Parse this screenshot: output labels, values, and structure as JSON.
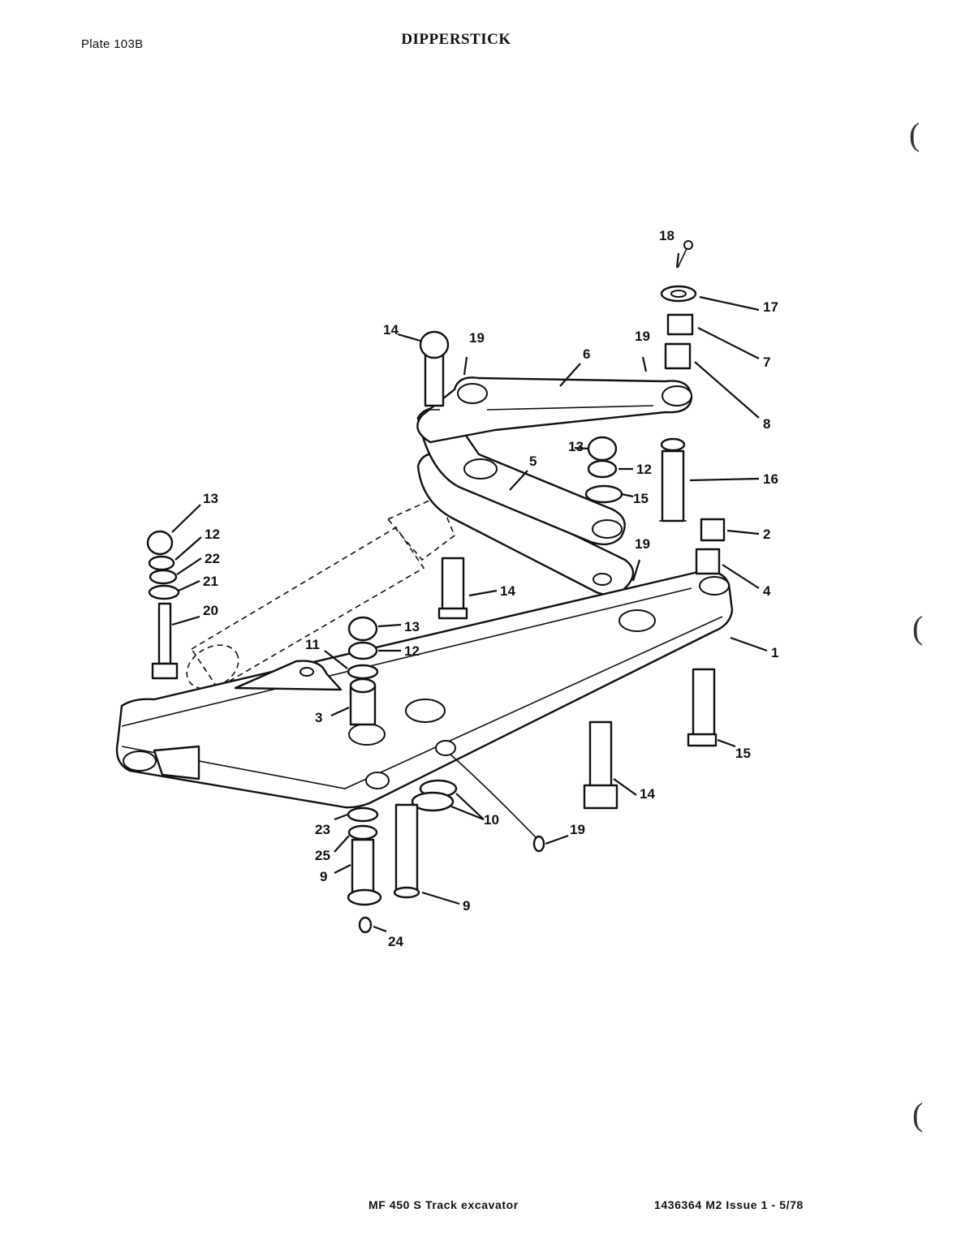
{
  "header": {
    "plate": "Plate  103B",
    "title": "DIPPERSTICK"
  },
  "footer": {
    "model": "MF 450 S Track excavator",
    "issue": "1436364 M2 Issue 1 - 5/78"
  },
  "binder_marks": [
    "(",
    "(",
    "("
  ],
  "callouts": [
    {
      "id": "c18",
      "label": "18"
    },
    {
      "id": "c17",
      "label": "17"
    },
    {
      "id": "c7",
      "label": "7"
    },
    {
      "id": "c8",
      "label": "8"
    },
    {
      "id": "c19a",
      "label": "19"
    },
    {
      "id": "c6",
      "label": "6"
    },
    {
      "id": "c19b",
      "label": "19"
    },
    {
      "id": "c14a",
      "label": "14"
    },
    {
      "id": "c13a",
      "label": "13"
    },
    {
      "id": "c12a",
      "label": "12"
    },
    {
      "id": "c5",
      "label": "5"
    },
    {
      "id": "c15a",
      "label": "15"
    },
    {
      "id": "c16",
      "label": "16"
    },
    {
      "id": "c2",
      "label": "2"
    },
    {
      "id": "c4",
      "label": "4"
    },
    {
      "id": "c19c",
      "label": "19"
    },
    {
      "id": "c14b",
      "label": "14"
    },
    {
      "id": "c13b",
      "label": "13"
    },
    {
      "id": "c12b",
      "label": "12"
    },
    {
      "id": "c22",
      "label": "22"
    },
    {
      "id": "c21",
      "label": "21"
    },
    {
      "id": "c20",
      "label": "20"
    },
    {
      "id": "c1",
      "label": "1"
    },
    {
      "id": "c13c",
      "label": "13"
    },
    {
      "id": "c12c",
      "label": "12"
    },
    {
      "id": "c11",
      "label": "11"
    },
    {
      "id": "c3",
      "label": "3"
    },
    {
      "id": "c15b",
      "label": "15"
    },
    {
      "id": "c14c",
      "label": "14"
    },
    {
      "id": "c10",
      "label": "10"
    },
    {
      "id": "c19d",
      "label": "19"
    },
    {
      "id": "c23",
      "label": "23"
    },
    {
      "id": "c25",
      "label": "25"
    },
    {
      "id": "c9a",
      "label": "9"
    },
    {
      "id": "c9b",
      "label": "9"
    },
    {
      "id": "c24",
      "label": "24"
    }
  ]
}
